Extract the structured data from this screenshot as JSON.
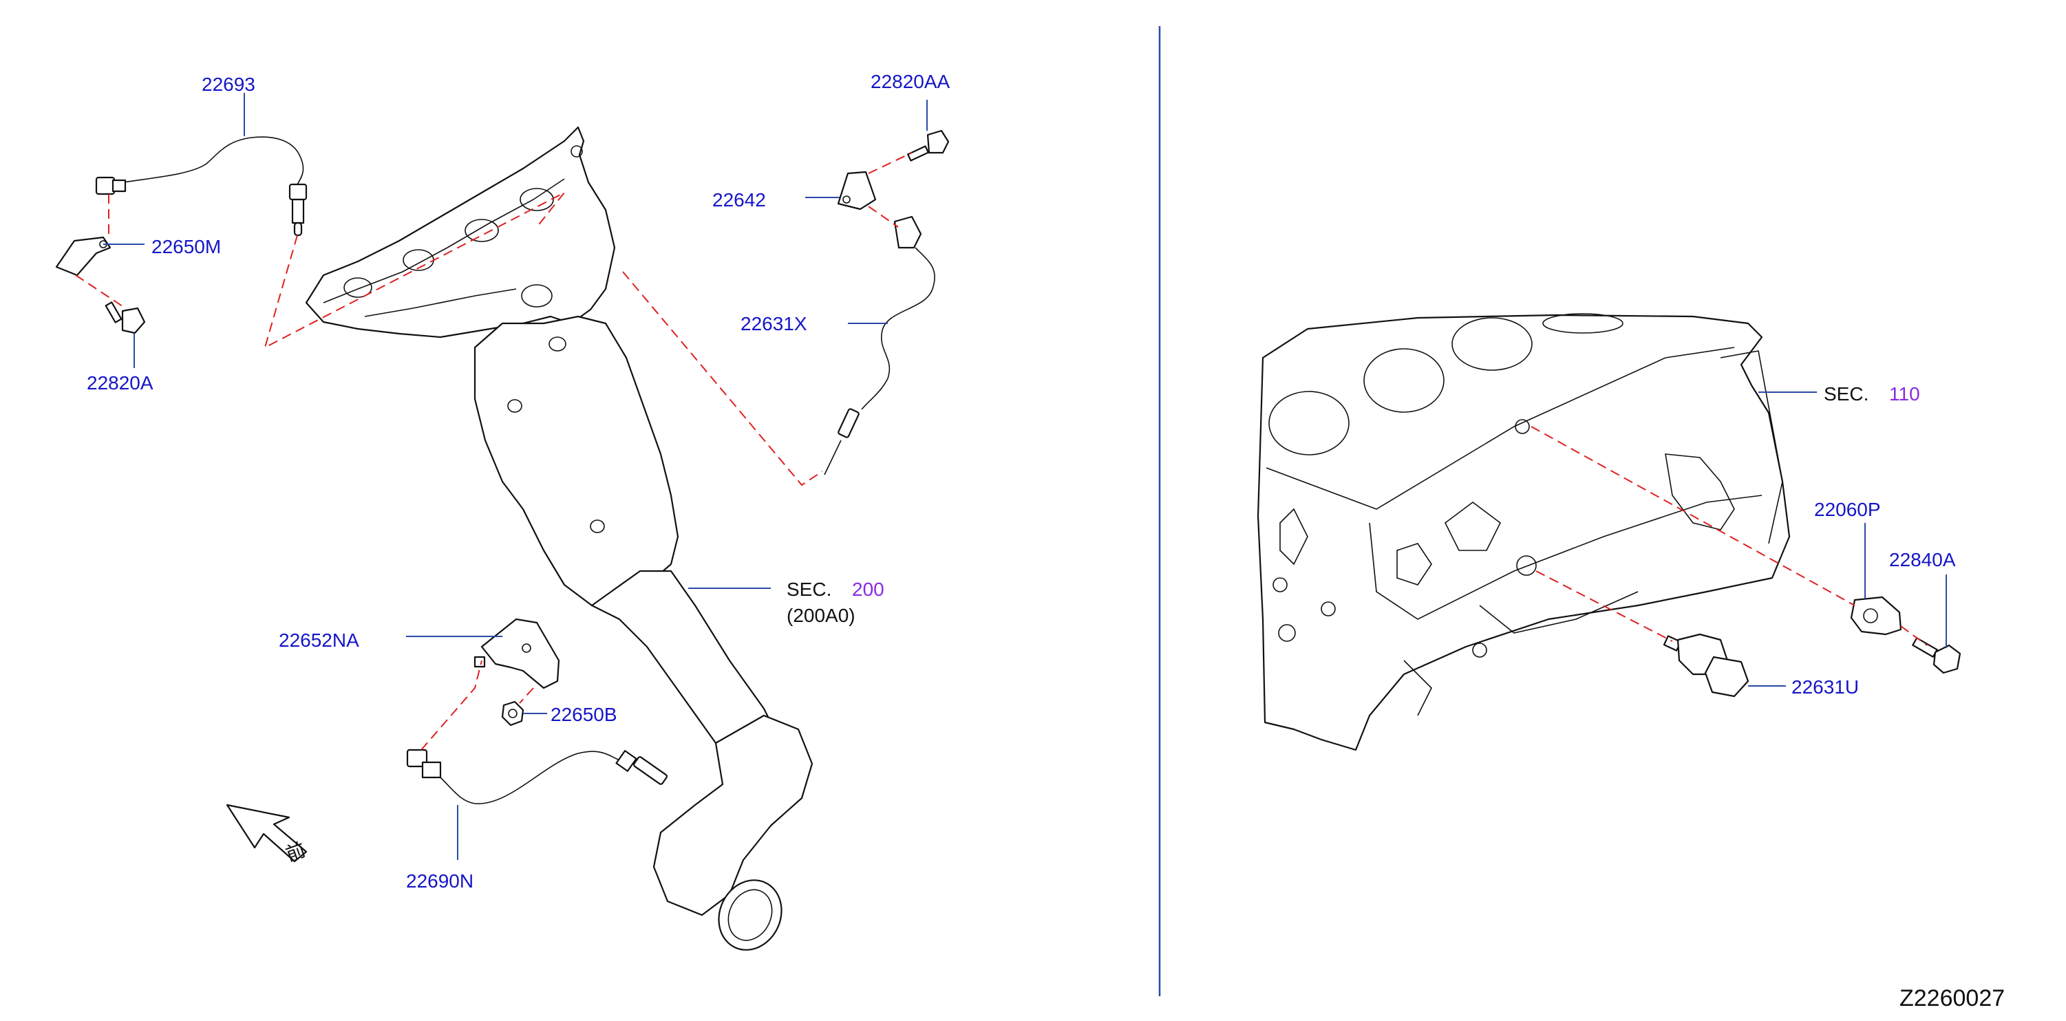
{
  "diagram_id": "Z2260027",
  "front_marker": "前",
  "colors": {
    "part_label": "#1515c8",
    "section_ref": "#8a2be2",
    "leader_line": "#2a4aa8",
    "dashed_line": "#e02020",
    "divider": "#2a4aa8"
  },
  "labels": {
    "p22693": "22693",
    "p22650M": "22650M",
    "p22820A": "22820A",
    "p22820AA": "22820AA",
    "p22642": "22642",
    "p22631X": "22631X",
    "p22652NA": "22652NA",
    "p22650B": "22650B",
    "p22690N": "22690N",
    "p22060P": "22060P",
    "p22840A": "22840A",
    "p22631U": "22631U"
  },
  "sections": {
    "exhaust": {
      "prefix": "SEC.",
      "number": "200",
      "sub": "(200A0)"
    },
    "block": {
      "prefix": "SEC.",
      "number": "110"
    }
  }
}
